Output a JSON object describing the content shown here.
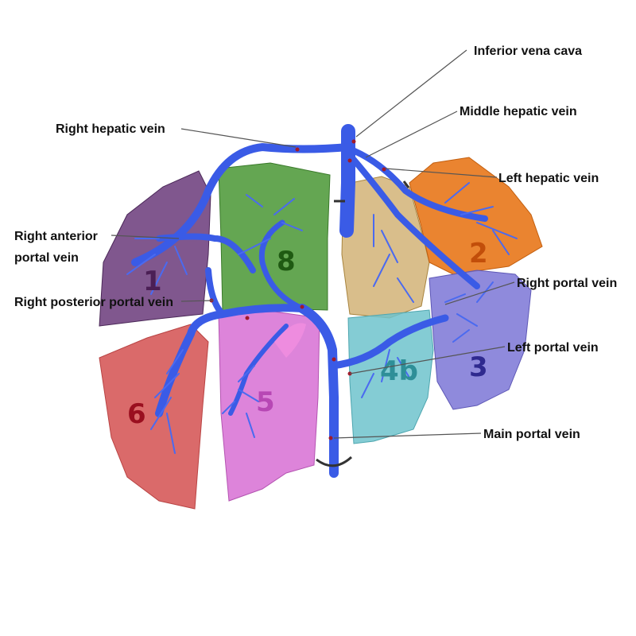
{
  "labels": {
    "ivc": "Inferior vena cava",
    "middle_hepatic": "Middle hepatic vein",
    "right_hepatic": "Right hepatic vein",
    "left_hepatic": "Left hepatic vein",
    "right_anterior_1": "Right anterior",
    "right_anterior_2": "portal vein",
    "right_portal": "Right portal vein",
    "right_posterior": "Right posterior portal vein",
    "left_portal": "Left portal vein",
    "main_portal": "Main portal vein"
  },
  "segments": {
    "s1": "1",
    "s2": "2",
    "s3": "3",
    "s4b": "4b",
    "s5": "5",
    "s6": "6",
    "s8": "8"
  },
  "colors": {
    "vein": "#3a5be6",
    "seg1": "#6a3a7a",
    "seg2": "#e8771a",
    "seg3": "#7b75d6",
    "seg4a": "#c9a25a",
    "seg4b": "#6fc3cc",
    "seg5": "#d76fd4",
    "seg6": "#d65a5a",
    "seg8": "#4f9a3a"
  }
}
